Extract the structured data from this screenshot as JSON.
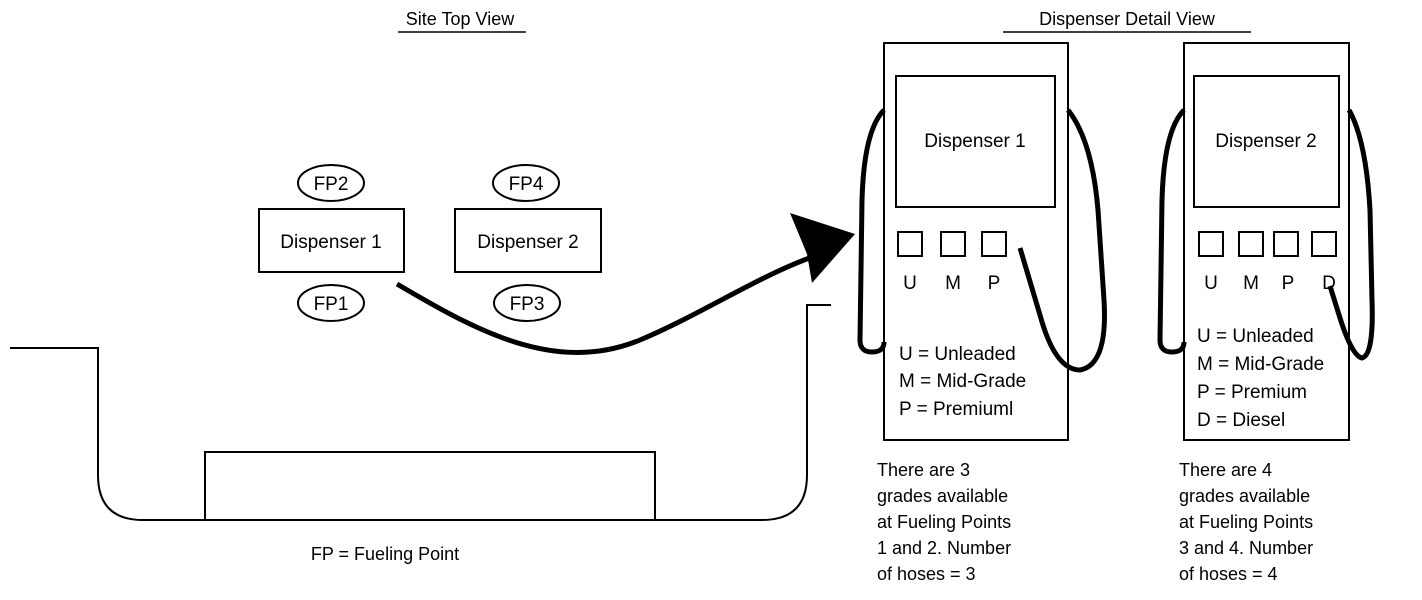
{
  "site_view": {
    "title": "Site Top View",
    "dispensers": [
      {
        "label": "Dispenser 1",
        "fp_top": "FP2",
        "fp_bottom": "FP1"
      },
      {
        "label": "Dispenser 2",
        "fp_top": "FP4",
        "fp_bottom": "FP3"
      }
    ],
    "legend": "FP = Fueling Point"
  },
  "detail_view": {
    "title": "Dispenser Detail View",
    "dispensers": [
      {
        "label": "Dispenser 1",
        "grades": [
          "U",
          "M",
          "P"
        ],
        "key": [
          "U = Unleaded",
          "M = Mid-Grade",
          "P = Premiuml"
        ],
        "note": [
          "There are 3",
          "grades available",
          "at Fueling Points",
          "1 and 2. Number",
          "of hoses = 3"
        ]
      },
      {
        "label": "Dispenser 2",
        "grades": [
          "U",
          "M",
          "P",
          "D"
        ],
        "key": [
          "U = Unleaded",
          "M = Mid-Grade",
          "P = Premium",
          "D = Diesel"
        ],
        "note": [
          "There are 4",
          "grades available",
          "at Fueling Points",
          "3 and 4. Number",
          "of hoses = 4"
        ]
      }
    ]
  }
}
